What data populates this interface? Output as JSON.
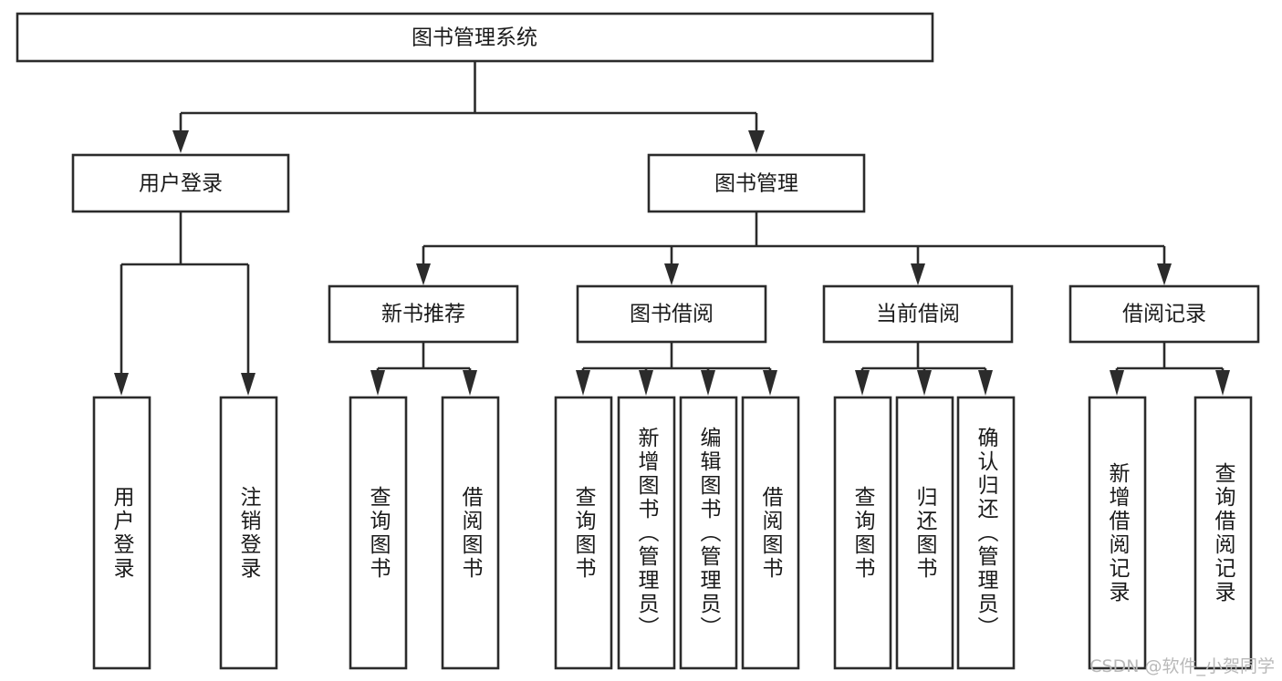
{
  "diagram": {
    "title": "图书管理系统",
    "watermark": "CSDN @软件_小贺同学",
    "colors": {
      "stroke": "#2b2b2b",
      "box_fill": "#ffffff",
      "text": "#1a1a1a",
      "background": "#ffffff",
      "watermark": "#b9b9b9"
    },
    "root": {
      "label": "图书管理系统"
    },
    "level1": [
      {
        "label": "用户登录"
      },
      {
        "label": "图书管理"
      }
    ],
    "level2": [
      {
        "label": "新书推荐"
      },
      {
        "label": "图书借阅"
      },
      {
        "label": "当前借阅"
      },
      {
        "label": "借阅记录"
      }
    ],
    "leaves": {
      "user_login": [
        {
          "label": "用户登录"
        },
        {
          "label": "注销登录"
        }
      ],
      "new_book_recommend": [
        {
          "label": "查询图书"
        },
        {
          "label": "借阅图书"
        }
      ],
      "book_borrow": [
        {
          "label": "查询图书"
        },
        {
          "label": "新增图书（管理员）"
        },
        {
          "label": "编辑图书（管理员）"
        },
        {
          "label": "借阅图书"
        }
      ],
      "current_borrow": [
        {
          "label": "查询图书"
        },
        {
          "label": "归还图书"
        },
        {
          "label": "确认归还（管理员）"
        }
      ],
      "borrow_record": [
        {
          "label": "新增借阅记录"
        },
        {
          "label": "查询借阅记录"
        }
      ]
    }
  }
}
